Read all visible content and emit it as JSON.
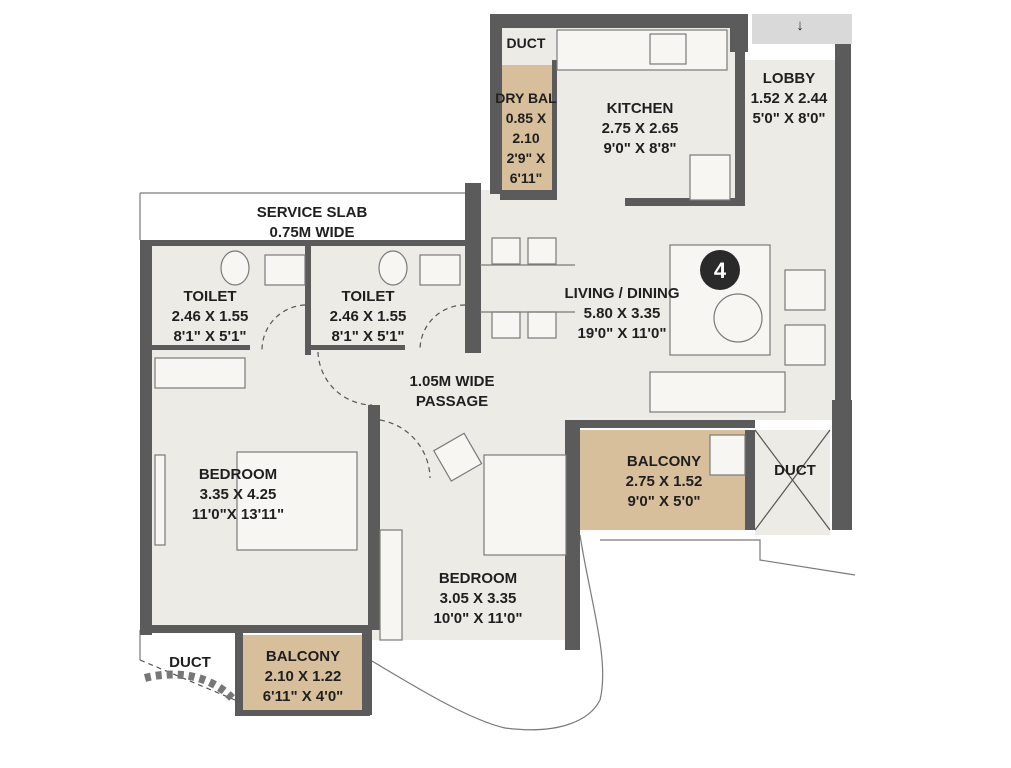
{
  "plan": {
    "unit_badge": "4",
    "rooms": {
      "duct_top": {
        "name": "DUCT"
      },
      "dry_balcony": {
        "name": "DRY BAL",
        "dim_m_1": "0.85 X",
        "dim_m_2": "2.10",
        "dim_ft_1": "2'9\" X",
        "dim_ft_2": "6'11\""
      },
      "kitchen": {
        "name": "KITCHEN",
        "dim_m": "2.75 X 2.65",
        "dim_ft": "9'0\" X 8'8\""
      },
      "lobby": {
        "name": "LOBBY",
        "dim_m": "1.52 X 2.44",
        "dim_ft": "5'0\" X 8'0\""
      },
      "service_slab": {
        "line1": "SERVICE SLAB",
        "line2": "0.75M WIDE"
      },
      "toilet_1": {
        "name": "TOILET",
        "dim_m": "2.46 X 1.55",
        "dim_ft": "8'1\" X 5'1\""
      },
      "toilet_2": {
        "name": "TOILET",
        "dim_m": "2.46 X 1.55",
        "dim_ft": "8'1\" X 5'1\""
      },
      "living_dining": {
        "name": "LIVING / DINING",
        "dim_m": "5.80 X 3.35",
        "dim_ft": "19'0\" X 11'0\""
      },
      "passage": {
        "line1": "1.05M WIDE",
        "line2": "PASSAGE"
      },
      "bedroom_1": {
        "name": "BEDROOM",
        "dim_m": "3.35 X 4.25",
        "dim_ft": "11'0\"X 13'11\""
      },
      "bedroom_2": {
        "name": "BEDROOM",
        "dim_m": "3.05 X 3.35",
        "dim_ft": "10'0\" X 11'0\""
      },
      "balcony_1": {
        "name": "BALCONY",
        "dim_m": "2.75 X 1.52",
        "dim_ft": "9'0\" X 5'0\""
      },
      "balcony_2": {
        "name": "BALCONY",
        "dim_m": "2.10 X 1.22",
        "dim_ft": "6'11\" X 4'0\""
      },
      "duct_right": {
        "name": "DUCT"
      },
      "duct_left": {
        "name": "DUCT"
      }
    },
    "entry_arrow": "↓",
    "colors": {
      "wall": "#5b5b5b",
      "floor": "#ecebe6",
      "balcony": "#d8bf9c",
      "badge": "#2a2a2a"
    }
  }
}
